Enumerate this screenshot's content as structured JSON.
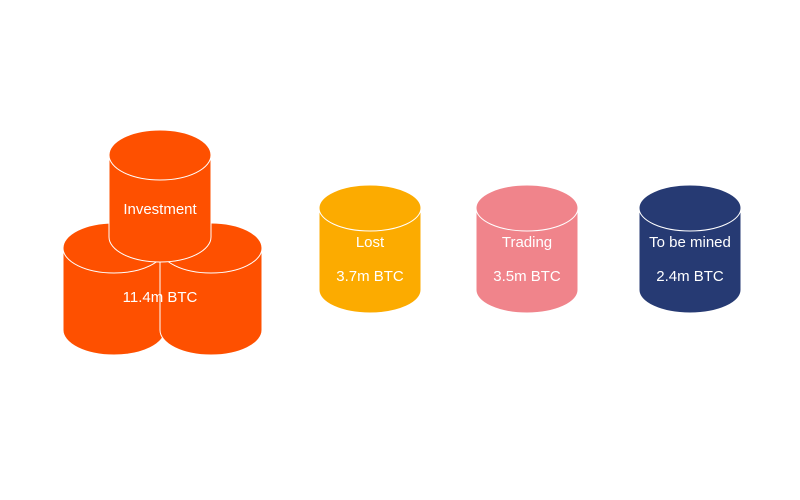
{
  "groups": [
    {
      "id": "investment",
      "label": "Investment",
      "value": "11.4m BTC",
      "color": "#fe5000"
    },
    {
      "id": "lost",
      "label": "Lost",
      "value": "3.7m BTC",
      "color": "#fcab00"
    },
    {
      "id": "trading",
      "label": "Trading",
      "value": "3.5m BTC",
      "color": "#f0848b"
    },
    {
      "id": "to-be-mined",
      "label": "To be mined",
      "value": "2.4m BTC",
      "color": "#263a73"
    }
  ]
}
